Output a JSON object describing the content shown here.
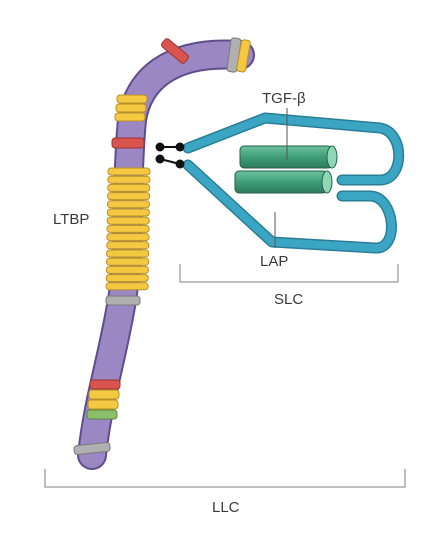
{
  "labels": {
    "tgf": "TGF-β",
    "ltbp": "LTBP",
    "lap": "LAP",
    "slc": "SLC",
    "llc": "LLC"
  },
  "colors": {
    "ltbp_body": "#9b87c4",
    "ltbp_outline": "#5f4d8c",
    "band_yellow": "#f5c842",
    "band_red": "#d9534f",
    "band_gray": "#b0b0b0",
    "band_green": "#8cbf6a",
    "lap_cyan": "#3ba6c4",
    "tgf_green": "#3f9e78",
    "bond_black": "#111111"
  }
}
